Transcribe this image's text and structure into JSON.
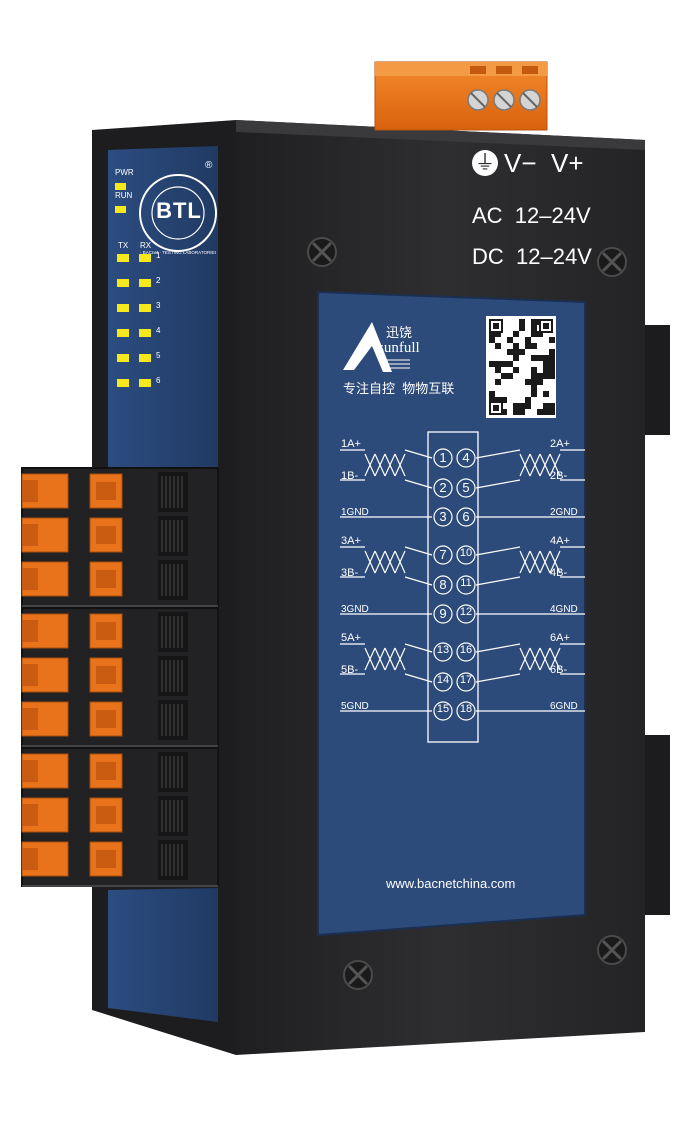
{
  "power": {
    "ground_glyph": "⏚",
    "label": "V−  V+",
    "ac": "AC  12–24V",
    "dc": "DC  12–24V"
  },
  "leds": {
    "pwr": "PWR",
    "run": "RUN",
    "tx": "TX",
    "rx": "RX",
    "ports": [
      "1",
      "2",
      "3",
      "4",
      "5",
      "6"
    ],
    "color": "#f5e81c"
  },
  "btl": {
    "ring_text": "· BACnet · TESTING LABORATORIES ·",
    "letters": "BTL",
    "registered": "®"
  },
  "brand": {
    "cn_name": "迅饶",
    "en_name": "sunfull",
    "slogan": "专注自控  物物互联"
  },
  "wiring": {
    "groups": [
      {
        "a": "1A+",
        "b": "1B-",
        "gnd": "1GND",
        "a2": "2A+",
        "b2": "2B-",
        "gnd2": "2GND",
        "t": [
          "1",
          "4",
          "2",
          "5",
          "3",
          "6"
        ]
      },
      {
        "a": "3A+",
        "b": "3B-",
        "gnd": "3GND",
        "a2": "4A+",
        "b2": "4B-",
        "gnd2": "4GND",
        "t": [
          "7",
          "10",
          "8",
          "11",
          "9",
          "12"
        ]
      },
      {
        "a": "5A+",
        "b": "5B-",
        "gnd": "5GND",
        "a2": "6A+",
        "b2": "6B-",
        "gnd2": "6GND",
        "t": [
          "13",
          "16",
          "14",
          "17",
          "15",
          "18"
        ]
      }
    ]
  },
  "website": "www.bacnetchina.com",
  "colors": {
    "housing": "#2b2b2d",
    "panel": "#2d4b7a",
    "connector": "#e8731a"
  }
}
